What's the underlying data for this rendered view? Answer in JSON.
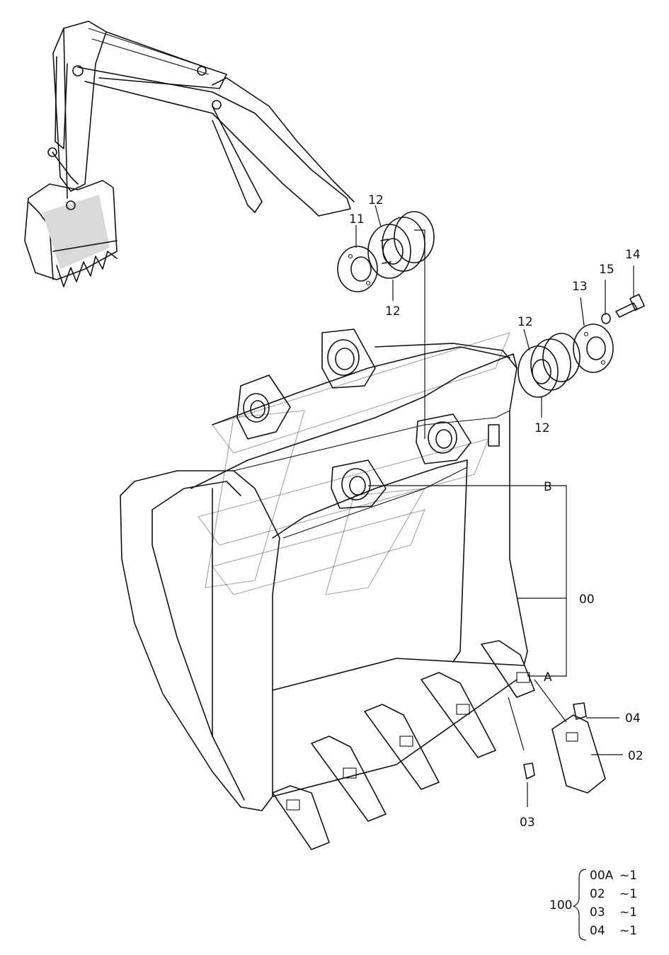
{
  "callouts": {
    "c11": "11",
    "c12_top_a": "12",
    "c12_top_b": "12",
    "c12_right_a": "12",
    "c12_right_b": "12",
    "c13": "13",
    "c14": "14",
    "c15": "15",
    "cB": "B",
    "c00": "00",
    "cA": "A",
    "c04": "04",
    "c02": "02",
    "c03": "03"
  },
  "kit": {
    "number": "100",
    "rows": [
      {
        "code": "00A",
        "qty": "~1"
      },
      {
        "code": "02",
        "qty": "~1"
      },
      {
        "code": "03",
        "qty": "~1"
      },
      {
        "code": "04",
        "qty": "~1"
      }
    ]
  }
}
